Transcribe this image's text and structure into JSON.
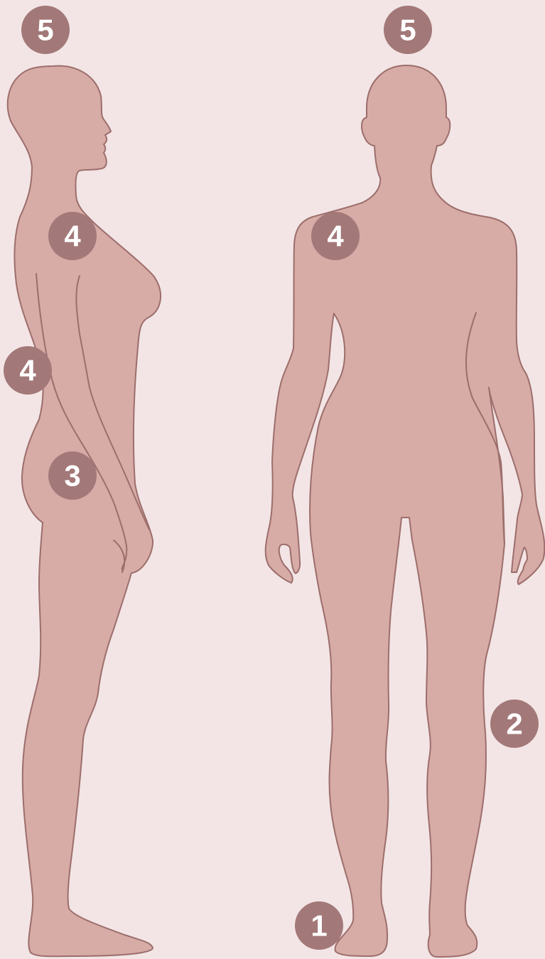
{
  "figures": [
    {
      "view": "side"
    },
    {
      "view": "front"
    }
  ],
  "markers": [
    {
      "id": "side-head",
      "label": "5"
    },
    {
      "id": "side-shoulder",
      "label": "4"
    },
    {
      "id": "side-back",
      "label": "4"
    },
    {
      "id": "side-hip",
      "label": "3"
    },
    {
      "id": "front-head",
      "label": "5"
    },
    {
      "id": "front-shoulder",
      "label": "4"
    },
    {
      "id": "front-calf",
      "label": "2"
    },
    {
      "id": "front-foot",
      "label": "1"
    }
  ],
  "colors": {
    "background": "#f3e5e5",
    "body": "#d7aba6",
    "outline": "#9c6e6c",
    "marker": "#a37878",
    "marker_text": "#ffffff"
  }
}
